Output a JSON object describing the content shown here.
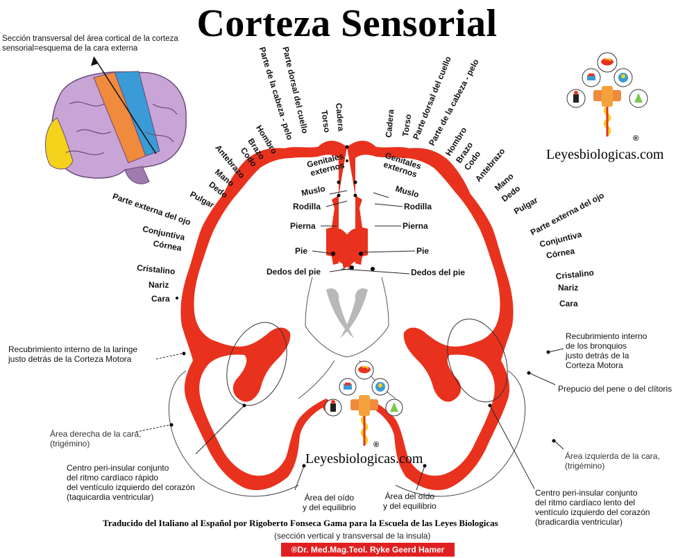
{
  "title": "Corteza Sensorial",
  "note_top": "Sección transversal del área cortical de la corteza\nsensorial=esquema de la cara externa",
  "site_name": "Leyesbiologicas.com",
  "registered": "®",
  "left_labels": {
    "parte_cabeza": "Parte de la cabeza - pelo",
    "parte_dorsal": "Parte dorsal del cuello",
    "torso": "Torso",
    "cadera": "Cadera",
    "hombro": "Hombro",
    "brazo": "Brazo",
    "codo": "Codo",
    "antebrazo": "Antebrazo",
    "mano": "Mano",
    "dedo": "Dedo",
    "pulgar": "Pulgar",
    "parte_ojo": "Parte externa del ojo",
    "conjuntiva": "Conjuntiva",
    "cornea": "Córnea",
    "cristalino": "Cristalino",
    "nariz": "Nariz",
    "cara": "Cara",
    "genitales": "Genitales\nexternos",
    "muslo": "Muslo",
    "rodilla": "Rodilla",
    "pierna": "Pierna",
    "pie": "Pie",
    "dedos_pie": "Dedos del pie"
  },
  "right_labels": {
    "cadera": "Cadera",
    "torso": "Torso",
    "parte_dorsal": "Parte dorsal del cuello",
    "parte_cabeza": "Parte de la cabeza - pelo",
    "hombro": "Hombro",
    "brazo": "Brazo",
    "codo": "Codo",
    "antebrazo": "Antebrazo",
    "mano": "Mano",
    "dedo": "Dedo",
    "pulgar": "Pulgar",
    "parte_ojo": "Parte externa del ojo",
    "conjuntiva": "Conjuntiva",
    "cornea": "Córnea",
    "cristalino": "Cristalino",
    "nariz": "Nariz",
    "cara": "Cara",
    "genitales": "Genitales\nexternos",
    "muslo": "Muslo",
    "rodilla": "Rodilla",
    "pierna": "Pierna",
    "pie": "Pie",
    "dedos_pie": "Dedos del pie"
  },
  "notes": {
    "laringe": "Recubrimiento interno de la laringe\njusto detrás de la Corteza Motora",
    "bronquios": "Recubrimiento interno\nde los bronquios\njusto detrás de la\nCorteza Motora",
    "prepucio": "Prepucio del pene o del clítoris",
    "area_derecha": "Área derecha de la cara,\n(trigémino)",
    "area_izquierda": "Área izquierda de la cara,\n(trigémino)",
    "centro_rapido": "Centro peri-insular conjunto\ndel ritmo cardíaco rápido\ndel ventículo izquierdo del corazón\n(taquicardia ventricular)",
    "centro_lento": "Centro peri-insular conjunto\ndel ritmo cardíaco lento del\nventículo izquierdo del corazón\n(bradicardia ventricular)",
    "oido_izq": "Área del oído\ny del equilibrio",
    "oido_der": "Área del oído\ny del equilibrio"
  },
  "credit": "Traducido del Italiano al Español por Rigoberto Fonseca Gama para la Escuela de las Leyes Biologicas",
  "subtitle": "(sección vertical y transversal de la insula)",
  "badge": "®Dr. Med.Mag.Teol. Ryke Geerd Hamer",
  "colors": {
    "cortex": "#e8321e",
    "brain": "#c9a4d6",
    "orange": "#f08a3c",
    "blue": "#3a9bd6",
    "yellow": "#f5d21c",
    "gray": "#b8b8b8"
  }
}
